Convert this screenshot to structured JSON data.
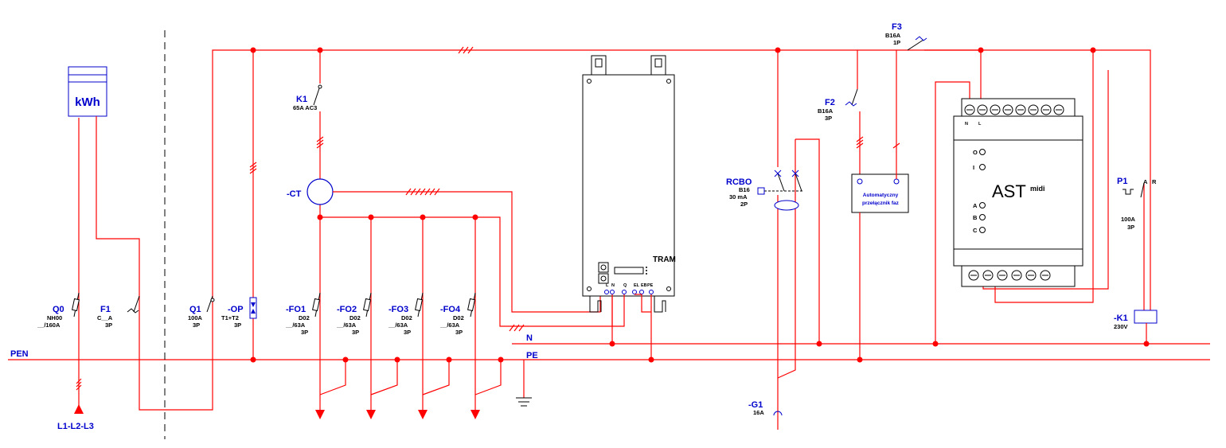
{
  "bus": {
    "pen": "PEN",
    "n": "N",
    "pe": "PE"
  },
  "supply": {
    "label": "L1-L2-L3"
  },
  "meter": {
    "text": "kWh"
  },
  "components": {
    "q0": {
      "name": "Q0",
      "l1": "NH00",
      "l2": "__/160A"
    },
    "f1": {
      "name": "F1",
      "l1": "C__A",
      "l2": "3P"
    },
    "q1": {
      "name": "Q1",
      "l1": "100A",
      "l2": "3P"
    },
    "op": {
      "name": "-OP",
      "l1": "T1+T2",
      "l2": "3P"
    },
    "k1": {
      "name": "K1",
      "l1": "65A AC3"
    },
    "ct": {
      "name": "-CT"
    },
    "fo1": {
      "name": "-FO1",
      "l1": "D02",
      "l2": "__/63A",
      "l3": "3P"
    },
    "fo2": {
      "name": "-FO2",
      "l1": "D02",
      "l2": "__/63A",
      "l3": "3P"
    },
    "fo3": {
      "name": "-FO3",
      "l1": "D02",
      "l2": "__/63A",
      "l3": "3P"
    },
    "fo4": {
      "name": "-FO4",
      "l1": "D02",
      "l2": "__/63A",
      "l3": "3P"
    },
    "tram": {
      "name": "TRAM",
      "terms": [
        "L",
        "N",
        "Q",
        "EL",
        "EB",
        "PE"
      ]
    },
    "rcbo": {
      "name": "RCBO",
      "l1": "B16",
      "l2": "30 mA",
      "l3": "2P"
    },
    "f2": {
      "name": "F2",
      "l1": "B16A",
      "l2": "3P"
    },
    "f3": {
      "name": "F3",
      "l1": "B16A",
      "l2": "1P"
    },
    "switcher": {
      "line1": "Automatyczny",
      "line2": "przełącznik faz"
    },
    "ast": {
      "brand": "AST",
      "model": "midi",
      "top_n": "N",
      "top_l": "L",
      "rows": [
        "O",
        "I",
        "A",
        "B",
        "C"
      ]
    },
    "p1": {
      "name": "P1",
      "l1": "100A",
      "l2": "3P",
      "a": "A",
      "r": "R"
    },
    "k1coil": {
      "name": "-K1",
      "l1": "230V"
    },
    "g1": {
      "name": "-G1",
      "l1": "16A"
    }
  }
}
